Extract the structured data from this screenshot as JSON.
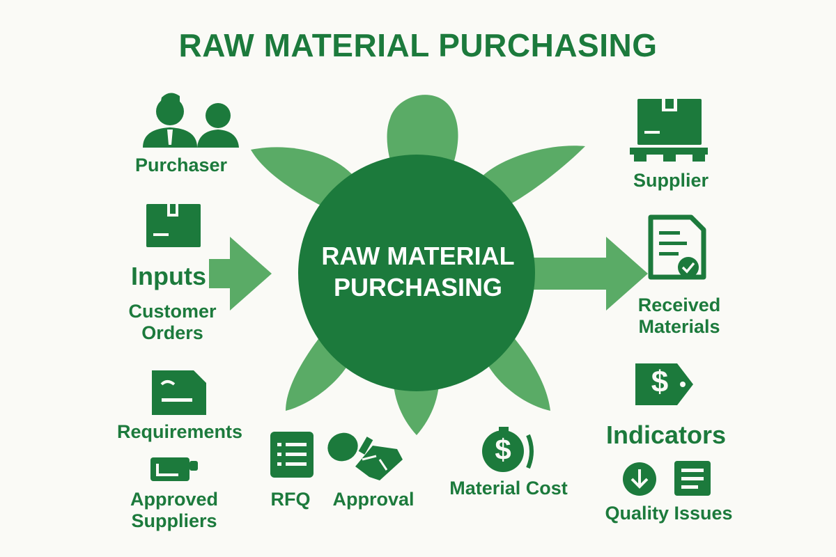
{
  "title": "RAW MATERIAL PURCHASING",
  "center": {
    "line1": "RAW MATERIAL",
    "line2": "PURCHASING"
  },
  "left": {
    "purchaser": "Purchaser",
    "inputs": "Inputs",
    "customer_orders": [
      "Customer",
      "Orders"
    ],
    "requirements": "Requirements",
    "approved_suppliers": [
      "Approved",
      "Suppliers"
    ]
  },
  "bottom": {
    "rfq": "RFQ",
    "approval": "Approval",
    "material_cost": "Material Cost"
  },
  "right": {
    "supplier": "Supplier",
    "received_materials": [
      "Received",
      "Materials"
    ],
    "indicators": "Indicators",
    "quality_issues": "Quality Issues"
  },
  "colors": {
    "dark_green": "#1c7a3c",
    "light_green": "#5aab66",
    "background": "#fafaf6"
  },
  "icons": [
    "people-icon",
    "box-icon",
    "document-icon",
    "coin-icon",
    "pallet-box-icon",
    "checklist-document-icon",
    "price-tag-icon",
    "download-icon",
    "list-icon",
    "handshake-icon",
    "stamp-icon"
  ]
}
